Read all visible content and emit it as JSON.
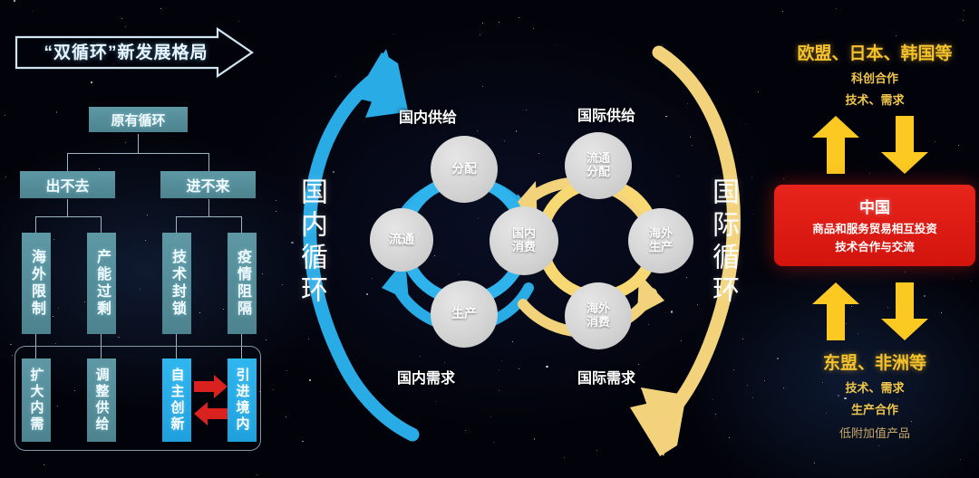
{
  "header": {
    "banner_text": "“双循环”新发展格局",
    "arrow_icon": "right-banner-arrow-icon"
  },
  "tree": {
    "root": "原有循环",
    "branches": [
      {
        "label": "出不去"
      },
      {
        "label": "进不来"
      }
    ],
    "causes": [
      {
        "label": "海外限制"
      },
      {
        "label": "产能过剩"
      },
      {
        "label": "技术封锁"
      },
      {
        "label": "疫情阻隔"
      }
    ],
    "responses": [
      {
        "label": "扩大内需",
        "highlight": false
      },
      {
        "label": "调整供给",
        "highlight": false
      },
      {
        "label": "自主创新",
        "highlight": true
      },
      {
        "label": "引进境内",
        "highlight": true
      }
    ],
    "exchange_icons": [
      "right-red-arrow-icon",
      "left-red-arrow-icon"
    ]
  },
  "cycles": {
    "domestic": {
      "side_label": "国内循环",
      "top_label": "国内供给",
      "bottom_label": "国内需求",
      "color": "#2eb3ec",
      "nodes": [
        {
          "label": "分配",
          "position": "top"
        },
        {
          "label": "流通",
          "position": "left"
        },
        {
          "label": "生产",
          "position": "bottom"
        },
        {
          "label": "国内\n消费",
          "position": "right"
        }
      ],
      "outer_arrow_icon": "blue-cycle-arrow-icon"
    },
    "international": {
      "side_label": "国际循环",
      "top_label": "国际供给",
      "bottom_label": "国际需求",
      "color": "#f7d873",
      "nodes": [
        {
          "label": "流通\n分配",
          "position": "top"
        },
        {
          "label": "海外\n生产",
          "position": "right"
        },
        {
          "label": "海外\n消费",
          "position": "bottom"
        }
      ],
      "outer_arrow_icon": "gold-cycle-arrow-icon"
    },
    "shared_node": {
      "line1": "国内",
      "line2": "消费"
    },
    "domestic_nodes_text": {
      "top": "分配",
      "left": "流通",
      "bottom": "生产"
    },
    "intl_nodes_text": {
      "top_l1": "流通",
      "top_l2": "分配",
      "right_l1": "海外",
      "right_l2": "生产",
      "bottom_l1": "海外",
      "bottom_l2": "消费"
    }
  },
  "partners": {
    "top": {
      "title": "欧盟、日本、韩国等",
      "line1": "科创合作",
      "line2": "技术、需求"
    },
    "center": {
      "title": "中国",
      "line1": "商品和服务贸易相互投资",
      "line2": "技术合作与交流",
      "color": "#e2201a"
    },
    "bottom": {
      "title": "东盟、非洲等",
      "line1": "技术、需求",
      "line2": "生产合作",
      "line3": "低附加值产品"
    },
    "arrow_icons": [
      "up-gold-arrow-icon",
      "down-gold-arrow-icon"
    ]
  }
}
